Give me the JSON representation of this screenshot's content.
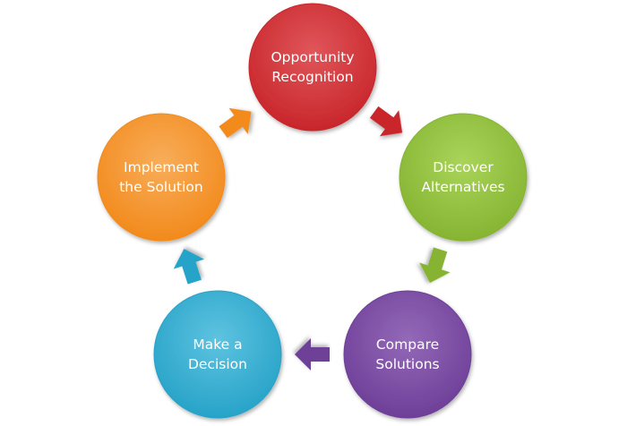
{
  "diagram": {
    "nodes": [
      {
        "id": "opportunity-recognition",
        "lines": [
          "Opportunity",
          "Recognition"
        ],
        "color": "#c8262b",
        "color_light": "#e0565a"
      },
      {
        "id": "discover-alternatives",
        "lines": [
          "Discover",
          "Alternatives"
        ],
        "color": "#86b432",
        "color_light": "#a9d45a"
      },
      {
        "id": "compare-solutions",
        "lines": [
          "Compare",
          "Solutions"
        ],
        "color": "#6e3f98",
        "color_light": "#9469b8"
      },
      {
        "id": "make-a-decision",
        "lines": [
          "Make a",
          "Decision"
        ],
        "color": "#27a3c8",
        "color_light": "#5ec3e0"
      },
      {
        "id": "implement-the-solution",
        "lines": [
          "Implement",
          "the Solution"
        ],
        "color": "#f28a1c",
        "color_light": "#f8ad5a"
      }
    ],
    "arrows": [
      {
        "from": "opportunity-recognition",
        "to": "discover-alternatives",
        "color": "#c8262b"
      },
      {
        "from": "discover-alternatives",
        "to": "compare-solutions",
        "color": "#86b432"
      },
      {
        "from": "compare-solutions",
        "to": "make-a-decision",
        "color": "#6e3f98"
      },
      {
        "from": "make-a-decision",
        "to": "implement-the-solution",
        "color": "#27a3c8"
      },
      {
        "from": "implement-the-solution",
        "to": "opportunity-recognition",
        "color": "#f28a1c"
      }
    ]
  }
}
